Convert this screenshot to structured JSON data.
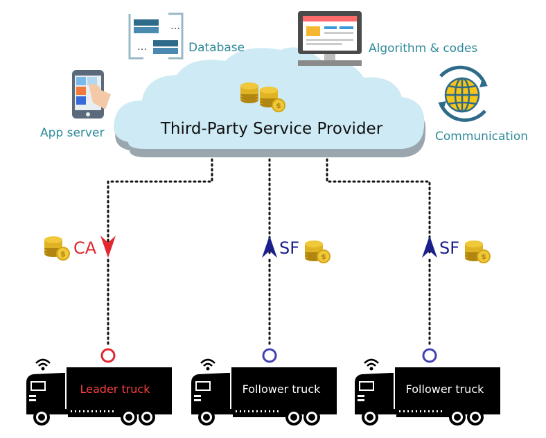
{
  "cloud": {
    "title": "Third-Party Service Provider"
  },
  "services": {
    "database": "Database",
    "algorithm": "Algorithm & codes",
    "app_server": "App server",
    "communication": "Communication"
  },
  "links": {
    "leader": "CA",
    "follower_1": "SF",
    "follower_2": "SF"
  },
  "trucks": {
    "leader": "Leader truck",
    "follower_1": "Follower truck",
    "follower_2": "Follower truck"
  },
  "colors": {
    "teal_text": "#2e8a99",
    "cloud_fill": "#cdeaf5",
    "leader_red": "#e0282e",
    "follower_blue": "#1a1f8c",
    "coin_gold": "#d4a514",
    "leader_label": "#ff4040",
    "follower_label": "#ffffff",
    "follower_ring": "#4040b0"
  },
  "icons": [
    "database-icon",
    "monitor-icon",
    "phone-icon",
    "globe-icon",
    "coins-icon",
    "wifi-icon",
    "truck-icon"
  ]
}
